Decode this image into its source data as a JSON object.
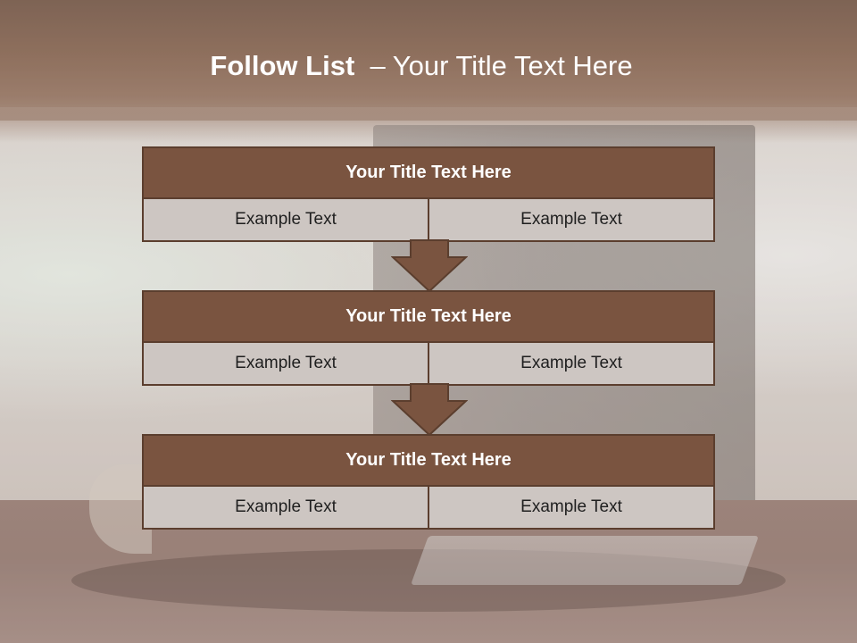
{
  "slide": {
    "title_main": "Follow List",
    "title_rest": "– Your Title Text Here"
  },
  "blocks": [
    {
      "title": "Your Title Text Here",
      "left": "Example Text",
      "right": "Example Text"
    },
    {
      "title": "Your Title Text Here",
      "left": "Example Text",
      "right": "Example Text"
    },
    {
      "title": "Your Title Text Here",
      "left": "Example Text",
      "right": "Example Text"
    }
  ],
  "colors": {
    "header_fill": "#7a5440",
    "border": "#5b3e2e",
    "cell_fill": "#cdc6c2",
    "arrow_fill": "#7a5440"
  }
}
